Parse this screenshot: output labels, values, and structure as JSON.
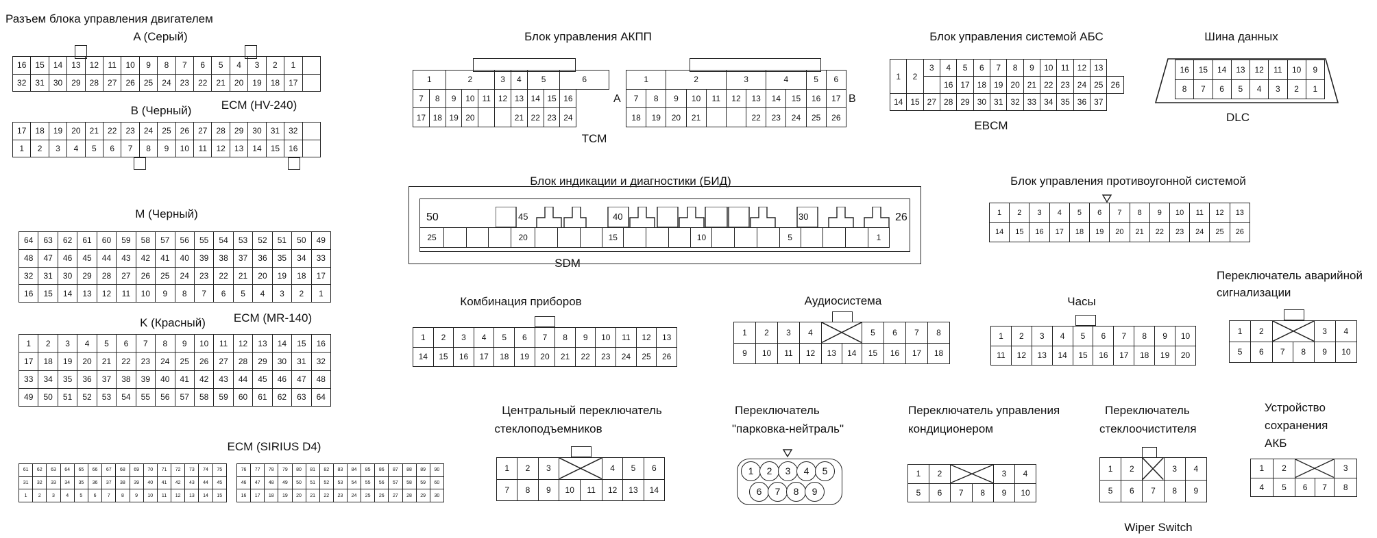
{
  "ecm_block": {
    "title": "Разъем блока управления двигателем",
    "conn_a_label": "A (Серый)",
    "conn_b_label": "B (Черный)",
    "ecm_hv_label": "ECM (HV-240)",
    "conn_m_label": "M (Черный)",
    "conn_k_label": "K (Красный)",
    "ecm_mr_label": "ECM (MR-140)",
    "ecm_sirius_label": "ECM (SIRIUS D4)"
  },
  "akpp": {
    "title": "Блок управления АКПП",
    "tcm_label": "TCM",
    "side_a": "A",
    "side_b": "B"
  },
  "abs": {
    "title": "Блок управления системой АБС",
    "ebcm_label": "EBCM"
  },
  "data_bus": {
    "title": "Шина данных",
    "dlc_label": "DLC"
  },
  "bid": {
    "title": "Блок индикации и диагностики (БИД)",
    "sdm_label": "SDM",
    "left_pin": "50",
    "right_pin": "26"
  },
  "immobilizer": {
    "title": "Блок управления противоугонной системой"
  },
  "cluster": {
    "title": "Комбинация приборов"
  },
  "audio": {
    "title": "Аудиосистема"
  },
  "clock": {
    "title": "Часы"
  },
  "hazard": {
    "title_line1": "Переключатель аварийной",
    "title_line2": "сигнализации"
  },
  "window_switch": {
    "title_line1": "Центральный переключатель",
    "title_line2": "стеклоподъемников"
  },
  "park_neutral": {
    "title_line1": "Переключатель",
    "title_line2": "\"парковка-нейтраль\""
  },
  "ac_switch": {
    "title_line1": "Переключатель управления",
    "title_line2": "кондиционером"
  },
  "wiper": {
    "title_line1": "Переключатель",
    "title_line2": "стеклоочистителя",
    "english_label": "Wiper Switch"
  },
  "battery_saver": {
    "title_line1": "Устройство",
    "title_line2": "сохранения",
    "title_line3": "АКБ"
  }
}
